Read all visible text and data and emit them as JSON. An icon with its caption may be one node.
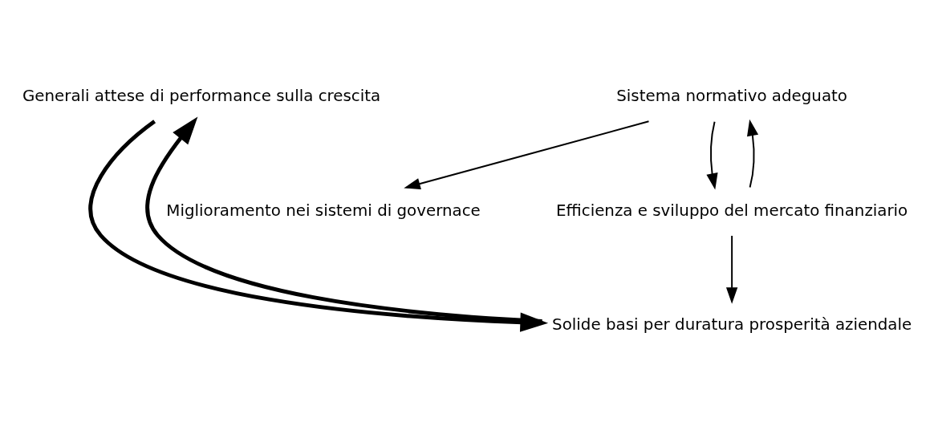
{
  "diagram": {
    "nodes": [
      {
        "text": [
          "Generali attese di performance sulla crescita"
        ]
      },
      {
        "text": [
          "Sistema normativo adeguato"
        ]
      },
      {
        "text": [
          "Miglioramento nei sistemi di governace"
        ]
      },
      {
        "text": [
          "Efficienza e sviluppo del mercato finanziario"
        ]
      },
      {
        "text": [
          "Solide basi per duratura prosperità aziendale"
        ]
      }
    ],
    "edges": [
      {
        "from": 3,
        "to": 1,
        "arrow": "to"
      },
      {
        "from": 1,
        "to": 3,
        "arrow": "to"
      },
      {
        "from": 1,
        "to": 2,
        "arrow": "to"
      },
      {
        "from": 3,
        "to": 4,
        "arrow": "to"
      },
      {
        "from": 4,
        "to": 0,
        "arrow": "to",
        "style": "thick"
      },
      {
        "from": 0,
        "to": 4,
        "arrow": "to",
        "style": "thick"
      }
    ]
  }
}
